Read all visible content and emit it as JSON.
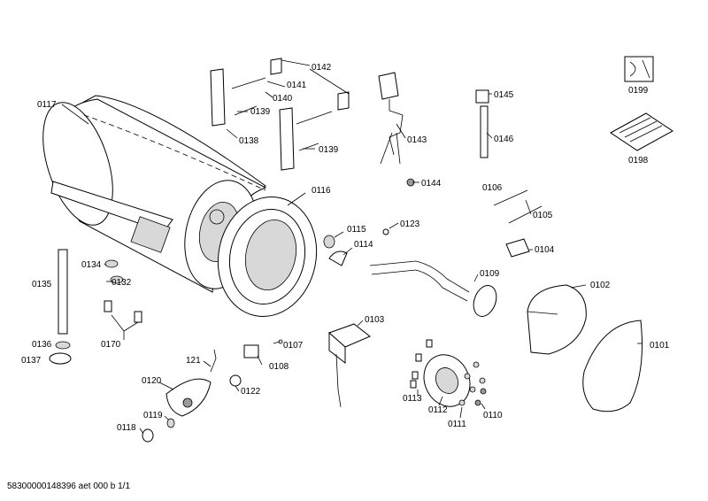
{
  "labels": [
    {
      "id": "p0117",
      "text": "0117"
    },
    {
      "id": "p0142",
      "text": "0142"
    },
    {
      "id": "p0141",
      "text": "0141"
    },
    {
      "id": "p0140",
      "text": "0140"
    },
    {
      "id": "p0139a",
      "text": "0139"
    },
    {
      "id": "p0138",
      "text": "0138"
    },
    {
      "id": "p0139b",
      "text": "0139"
    },
    {
      "id": "p0143",
      "text": "0143"
    },
    {
      "id": "p0144",
      "text": "0144"
    },
    {
      "id": "p0145",
      "text": "0145"
    },
    {
      "id": "p0146",
      "text": "0146"
    },
    {
      "id": "p0199",
      "text": "0199"
    },
    {
      "id": "p0198",
      "text": "0198"
    },
    {
      "id": "p0116",
      "text": "0116"
    },
    {
      "id": "p0106",
      "text": "0106"
    },
    {
      "id": "p0105",
      "text": "0105"
    },
    {
      "id": "p0123",
      "text": "0123"
    },
    {
      "id": "p0115",
      "text": "0115"
    },
    {
      "id": "p0114",
      "text": "0114"
    },
    {
      "id": "p0104",
      "text": "0104"
    },
    {
      "id": "p0109",
      "text": "0109"
    },
    {
      "id": "p0102",
      "text": "0102"
    },
    {
      "id": "p0134",
      "text": "0134"
    },
    {
      "id": "p0135",
      "text": "0135"
    },
    {
      "id": "p0132",
      "text": "0132"
    },
    {
      "id": "p0103",
      "text": "0103"
    },
    {
      "id": "p0170",
      "text": "0170"
    },
    {
      "id": "p0136",
      "text": "0136"
    },
    {
      "id": "p0137",
      "text": "0137"
    },
    {
      "id": "p0107",
      "text": "0107"
    },
    {
      "id": "p0101",
      "text": "0101"
    },
    {
      "id": "p121",
      "text": "121"
    },
    {
      "id": "p0108",
      "text": "0108"
    },
    {
      "id": "p0120",
      "text": "0120"
    },
    {
      "id": "p0122",
      "text": "0122"
    },
    {
      "id": "p0113",
      "text": "0113"
    },
    {
      "id": "p0112",
      "text": "0112"
    },
    {
      "id": "p0110",
      "text": "0110"
    },
    {
      "id": "p0119",
      "text": "0119"
    },
    {
      "id": "p0111",
      "text": "0111"
    },
    {
      "id": "p0118",
      "text": "0118"
    }
  ],
  "footer": "58300000148396 aet 000 b 1/1"
}
